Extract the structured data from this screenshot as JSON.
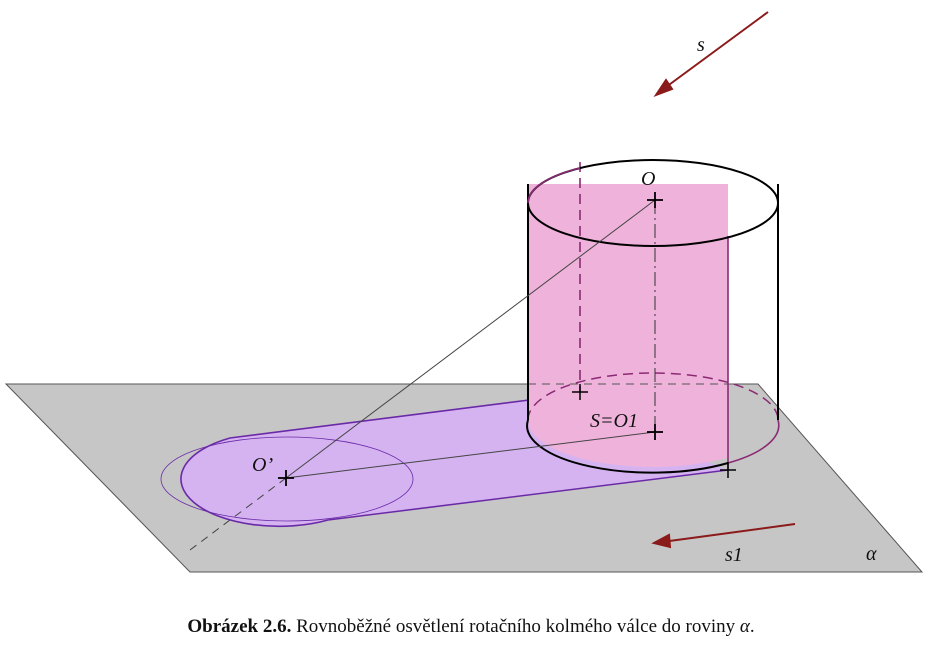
{
  "labels": {
    "s": "s",
    "s1": "s1",
    "O": "O",
    "O_prime": "O’",
    "S_O1": "S=O1",
    "alpha": "α"
  },
  "caption": {
    "number": "Obrázek 2.6.",
    "text": " Rovnoběžné osvětlení rotačního kolmého válce do roviny ",
    "variable": "α",
    "end": "."
  },
  "colors": {
    "plane": "#c6c6c6",
    "shadow": "#d4b3f0",
    "shadow_edge": "#6a2aa8",
    "lit_side": "#efb3db",
    "ellipse_edge": "#8a2a74",
    "arrow": "#8b1a1a"
  }
}
